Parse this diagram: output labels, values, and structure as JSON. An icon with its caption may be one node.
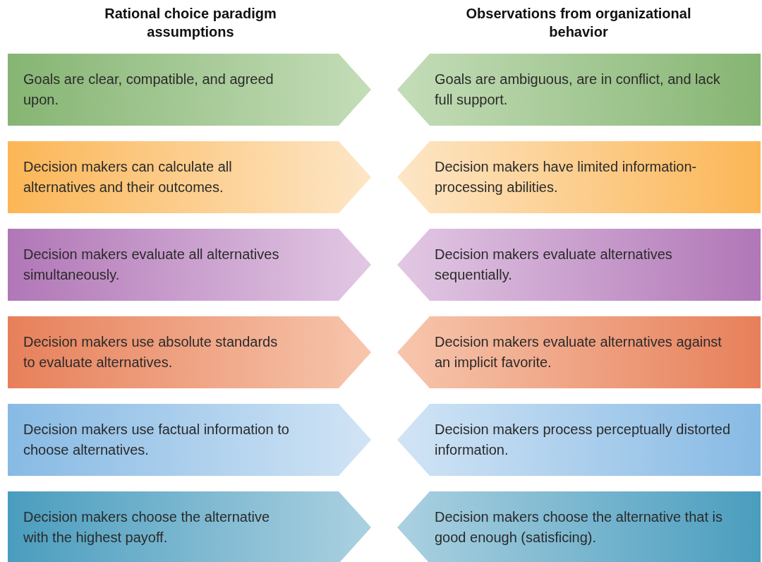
{
  "diagram": {
    "nodes": [
      {
        "text": [
          "Goals are clear, compatible, and agreed upon."
        ]
      },
      {
        "text": [
          "Goals are ambiguous, are in conflict, and lack full support."
        ]
      },
      {
        "text": [
          "Decision makers can calculate all alternatives and their outcomes."
        ]
      },
      {
        "text": [
          "Decision makers have limited information-processing abilities."
        ]
      },
      {
        "text": [
          "Decision makers evaluate all alternatives simultaneously."
        ]
      },
      {
        "text": [
          "Decision makers evaluate alternatives sequentially."
        ]
      },
      {
        "text": [
          "Decision makers use absolute standards to evaluate alternatives."
        ]
      },
      {
        "text": [
          "Decision makers evaluate alternatives against an implicit favorite."
        ]
      },
      {
        "text": [
          "Decision makers use factual information to choose alternatives."
        ]
      },
      {
        "text": [
          "Decision makers process perceptually distorted information."
        ]
      },
      {
        "text": [
          "Decision makers choose the alternative with the highest payoff."
        ]
      },
      {
        "text": [
          "Decision makers choose the alternative that is good enough (satisficing)."
        ]
      }
    ],
    "labels": [
      "Rational choice paradigm assumptions",
      "Observations from organizational behavior"
    ]
  }
}
